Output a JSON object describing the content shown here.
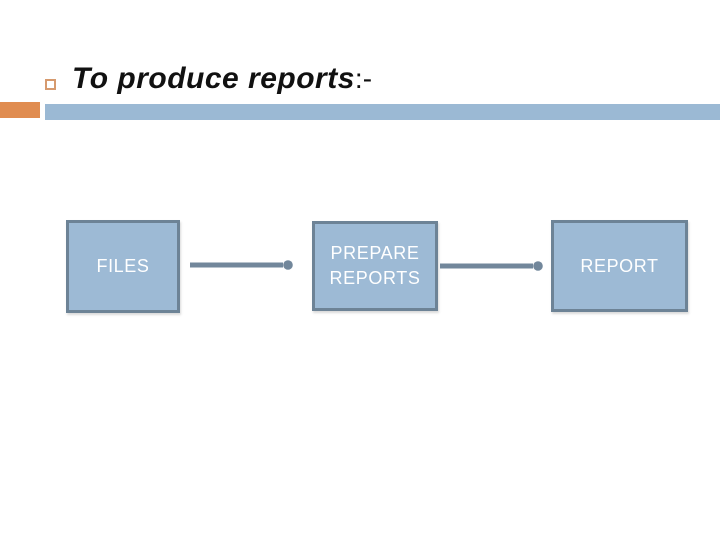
{
  "slide": {
    "title": {
      "text": "To produce reports",
      "suffix": ":-",
      "bullet_icon": "hollow-square-bullet"
    },
    "decor": {
      "left_accent_color": "#E08C50",
      "underline_bar_color": "#9BB9D4"
    },
    "flowchart": {
      "boxes": [
        {
          "id": "files",
          "label": "FILES"
        },
        {
          "id": "prepare-reports",
          "label": "PREPARE REPORTS"
        },
        {
          "id": "report",
          "label": "REPORT"
        }
      ],
      "connectors": [
        {
          "from": "files",
          "to": "prepare-reports",
          "icon": "arrow-right"
        },
        {
          "from": "prepare-reports",
          "to": "report",
          "icon": "arrow-right"
        }
      ],
      "colors": {
        "box_fill": "#9DBAD5",
        "box_border": "#6D8396",
        "label_color": "#FFFFFF",
        "arrow_color": "#72879B"
      }
    }
  }
}
